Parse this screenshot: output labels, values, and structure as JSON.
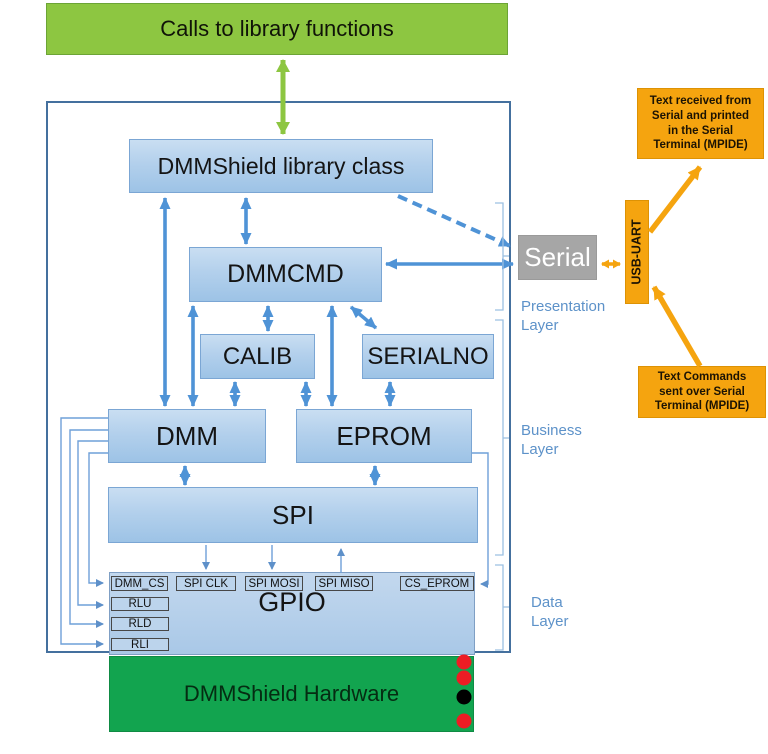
{
  "colors": {
    "top_green": "#8dc641",
    "hardware_green": "#12a44f",
    "box_blue_light": "#c9def2",
    "box_blue_dark": "#9dc3e6",
    "arrow_blue": "#4f93d6",
    "thin_line_blue": "#6fa0d8",
    "layer_label_blue": "#5d92c9",
    "serial_gray": "#a6a6a6",
    "orange": "#f5a40f",
    "led_red": "#ed1c24",
    "led_black": "#000000"
  },
  "top_box": {
    "label": "Calls to library functions"
  },
  "diagram": {
    "library_class": "DMMShield library class",
    "dmmcmd": "DMMCMD",
    "calib": "CALIB",
    "serialno": "SERIALNO",
    "dmm": "DMM",
    "eprom": "EPROM",
    "spi": "SPI",
    "gpio": "GPIO",
    "pins": [
      "DMM_CS",
      "SPI CLK",
      "SPI MOSI",
      "SPI MISO",
      "CS_EPROM"
    ],
    "relays": [
      "RLU",
      "RLD",
      "RLI"
    ],
    "hardware": "DMMShield Hardware",
    "led_colors": [
      "#ed1c24",
      "#ed1c24",
      "#000000",
      "#ed1c24"
    ]
  },
  "layers": {
    "presentation": [
      "Presentation",
      "Layer"
    ],
    "business": [
      "Business",
      "Layer"
    ],
    "data": [
      "Data",
      "Layer"
    ]
  },
  "right_panel": {
    "serial": "Serial",
    "usb_uart": "USB-UART",
    "note_received": [
      "Text received from",
      "Serial and printed",
      "in the Serial",
      "Terminal (MPIDE)"
    ],
    "note_commands": [
      "Text Commands",
      "sent over Serial",
      "Terminal (MPIDE)"
    ]
  }
}
